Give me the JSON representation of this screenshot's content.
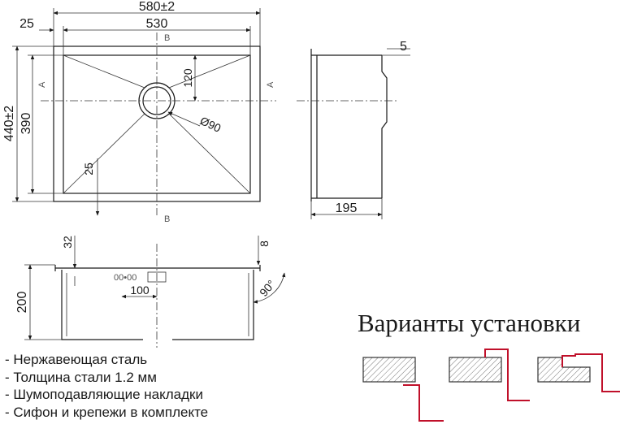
{
  "dimensions": {
    "overall_width": "580±2",
    "inner_width": "530",
    "flange_left": "25",
    "overall_length": "440±2",
    "inner_length": "390",
    "drain_offset": "120",
    "drain_diameter": "Ø90",
    "corner_radius": "25",
    "side_flange": "5",
    "side_depth": "195",
    "front_flange": "32",
    "rim_height": "8",
    "depth": "200",
    "drain_position": "100",
    "wall_angle": "90°"
  },
  "section_markers": {
    "a": "A",
    "b": "B"
  },
  "installation": {
    "title": "Варианты установки",
    "options": [
      {
        "type": "flush"
      },
      {
        "type": "overmount"
      },
      {
        "type": "recessed"
      }
    ]
  },
  "features": [
    "- Нержавеющая сталь",
    "- Толщина стали 1.2 мм",
    "- Шумоподавляющие накладки",
    "- Сифон и крепежи в комплекте"
  ],
  "colors": {
    "line": "#1a1a1a",
    "accent": "#c0102a"
  }
}
